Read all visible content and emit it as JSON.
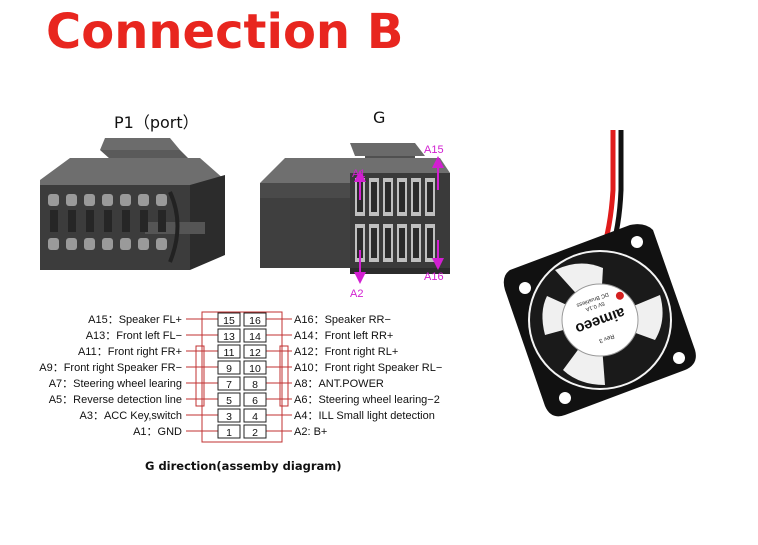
{
  "title": "Connection B",
  "port_label": "P1（port）",
  "g_label": "G",
  "arrow_labels": {
    "top_right": "A15",
    "top_left": "A1",
    "bottom_right": "A16",
    "bottom_left": "A2"
  },
  "caption": "G direction(assemby diagram)",
  "pin_rows": [
    {
      "left_label": "A15：Speaker  FL+",
      "left_pin": "15",
      "right_pin": "16",
      "right_label": "A16：Speaker  RR−"
    },
    {
      "left_label": "A13：Front left  FL−",
      "left_pin": "13",
      "right_pin": "14",
      "right_label": "A14：Front left  RR+"
    },
    {
      "left_label": "A11：Front right  FR+",
      "left_pin": "11",
      "right_pin": "12",
      "right_label": "A12：Front right  RL+"
    },
    {
      "left_label": "A9：Front right Speaker  FR−",
      "left_pin": "9",
      "right_pin": "10",
      "right_label": "A10：Front right Speaker  RL−"
    },
    {
      "left_label": "A7：Steering wheel learing",
      "left_pin": "7",
      "right_pin": "8",
      "right_label": "A8：ANT.POWER"
    },
    {
      "left_label": "A5：Reverse detection line",
      "left_pin": "5",
      "right_pin": "6",
      "right_label": "A6：Steering wheel learing−2"
    },
    {
      "left_label": "A3：ACC Key,switch",
      "left_pin": "3",
      "right_pin": "4",
      "right_label": "A4：ILL   Small light detection"
    },
    {
      "left_label": "A1：GND",
      "left_pin": "1",
      "right_pin": "2",
      "right_label": "A2: B+"
    }
  ],
  "fan_sticker": {
    "brand": "aimeeo",
    "line1": "Rev 3",
    "line2": "5V 0.1A",
    "line3": "DC Brushless"
  },
  "colors": {
    "title": "#e8261f",
    "arrow": "#d21fd1",
    "connector": "#3a3a3a",
    "fan": "#111111",
    "wire_red": "#e01b1b"
  }
}
